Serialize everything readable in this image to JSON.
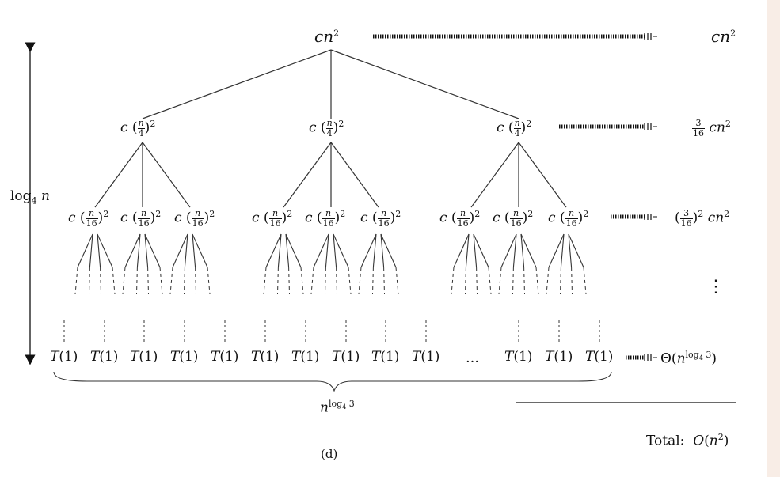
{
  "figure": {
    "caption": "(d)",
    "root": {
      "c": "c",
      "n": "n",
      "exp": "2"
    },
    "level1_node": {
      "c": "c",
      "num": "n",
      "den": "4",
      "exp": "2"
    },
    "level2_node": {
      "c": "c",
      "num": "n",
      "den": "16",
      "exp": "2"
    },
    "leaf_T": "T",
    "leaf_arg": "(1)",
    "leaf_ellipsis": "…",
    "height_label": {
      "log": "log",
      "base": "4",
      "n": "n"
    },
    "leaf_count": {
      "n": "n",
      "exp_log": "log",
      "exp_base": "4",
      "exp_arg": "3"
    },
    "level_costs": {
      "row0": {
        "c": "c",
        "n": "n",
        "exp": "2"
      },
      "row1": {
        "num": "3",
        "den": "16",
        "c": "c",
        "n": "n",
        "exp": "2"
      },
      "row2": {
        "num": "3",
        "den": "16",
        "outer_exp": "2",
        "c": "c",
        "n": "n",
        "exp": "2"
      },
      "row3": "⋮",
      "row4": {
        "theta": "Θ(",
        "n": "n",
        "exp_log": "log",
        "exp_base": "4",
        "exp_arg": "3",
        "close": ")"
      }
    },
    "total": {
      "label": "Total:",
      "O": "O",
      "arg_open": "(",
      "n": "n",
      "exp": "2",
      "arg_close": ")"
    }
  }
}
